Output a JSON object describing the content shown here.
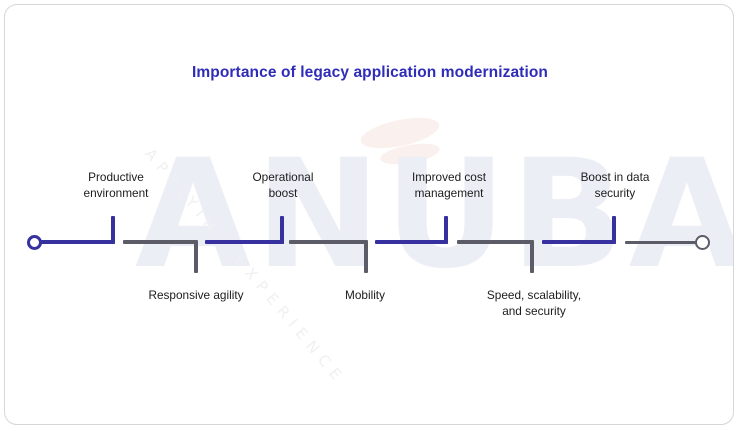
{
  "card": {
    "title": "Importance of legacy application modernization",
    "title_color": "#2f2cb8",
    "background": "#ffffff",
    "border_color": "#d6d6da"
  },
  "watermark": {
    "word": "ANUBAVAM",
    "tagline": "APPLYING EXPERIENCE",
    "color": "#eceef5"
  },
  "timeline": {
    "colors": {
      "blue": "#3731a0",
      "gray": "#5c5c68"
    },
    "start_cap": "circle-outline-start",
    "end_cap": "circle-outline-end",
    "top_labels": [
      {
        "text": "Productive\nenvironment"
      },
      {
        "text": "Operational\nboost"
      },
      {
        "text": "Improved cost\nmanagement"
      },
      {
        "text": "Boost in data\nsecurity"
      }
    ],
    "bottom_labels": [
      {
        "text": "Responsive agility"
      },
      {
        "text": "Mobility"
      },
      {
        "text": "Speed, scalability,\nand security"
      }
    ]
  }
}
